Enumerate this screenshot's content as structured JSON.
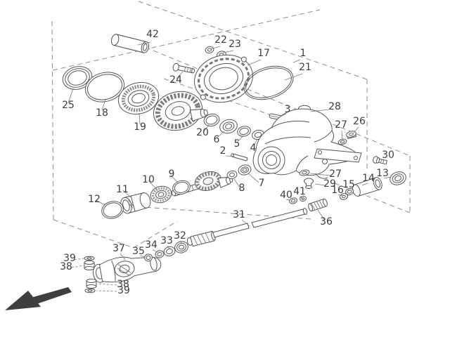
{
  "diagram": {
    "type": "exploded-parts-diagram",
    "colors": {
      "background": "#ffffff",
      "ink": "#3d3d3d",
      "line": "#555555",
      "dash": "#8d8d8d",
      "arrow": "#3f3f3f"
    },
    "arrow": {
      "name": "front-direction-arrow"
    },
    "labels": [
      {
        "n": "42"
      },
      {
        "n": "22"
      },
      {
        "n": "23"
      },
      {
        "n": "17"
      },
      {
        "n": "1"
      },
      {
        "n": "21"
      },
      {
        "n": "24"
      },
      {
        "n": "25"
      },
      {
        "n": "18"
      },
      {
        "n": "19"
      },
      {
        "n": "20"
      },
      {
        "n": "6"
      },
      {
        "n": "5"
      },
      {
        "n": "4"
      },
      {
        "n": "3"
      },
      {
        "n": "2"
      },
      {
        "n": "28"
      },
      {
        "n": "27"
      },
      {
        "n": "26"
      },
      {
        "n": "30"
      },
      {
        "n": "13"
      },
      {
        "n": "14"
      },
      {
        "n": "15"
      },
      {
        "n": "16"
      },
      {
        "n": "27"
      },
      {
        "n": "29"
      },
      {
        "n": "40"
      },
      {
        "n": "41"
      },
      {
        "n": "36"
      },
      {
        "n": "31"
      },
      {
        "n": "32"
      },
      {
        "n": "33"
      },
      {
        "n": "34"
      },
      {
        "n": "35"
      },
      {
        "n": "37"
      },
      {
        "n": "38"
      },
      {
        "n": "39"
      },
      {
        "n": "38"
      },
      {
        "n": "39"
      },
      {
        "n": "7"
      },
      {
        "n": "8"
      },
      {
        "n": "9"
      },
      {
        "n": "10"
      },
      {
        "n": "11"
      },
      {
        "n": "12"
      }
    ]
  }
}
